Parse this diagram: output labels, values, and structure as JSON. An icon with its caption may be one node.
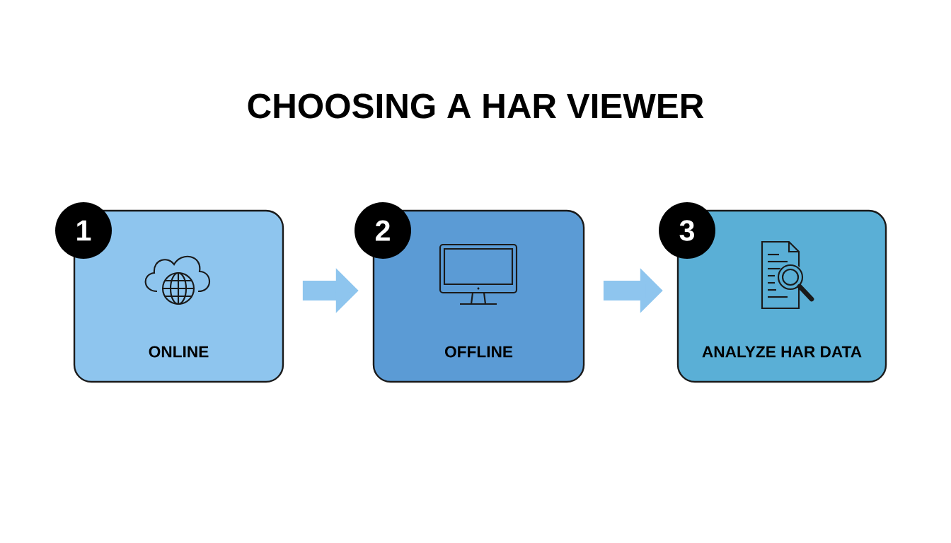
{
  "diagram": {
    "title": "CHOOSING A HAR VIEWER",
    "nodes": [
      {
        "text": [
          "ONLINE"
        ]
      },
      {
        "text": [
          "1"
        ]
      },
      {
        "text": [
          "OFFLINE"
        ]
      },
      {
        "text": [
          "2"
        ]
      },
      {
        "text": [
          "ANALYZE HAR DATA"
        ]
      },
      {
        "text": [
          "3"
        ]
      }
    ],
    "edges": [
      {
        "from": 0,
        "to": 2,
        "arrow": "to"
      },
      {
        "from": 2,
        "to": 4,
        "arrow": "to"
      }
    ]
  }
}
